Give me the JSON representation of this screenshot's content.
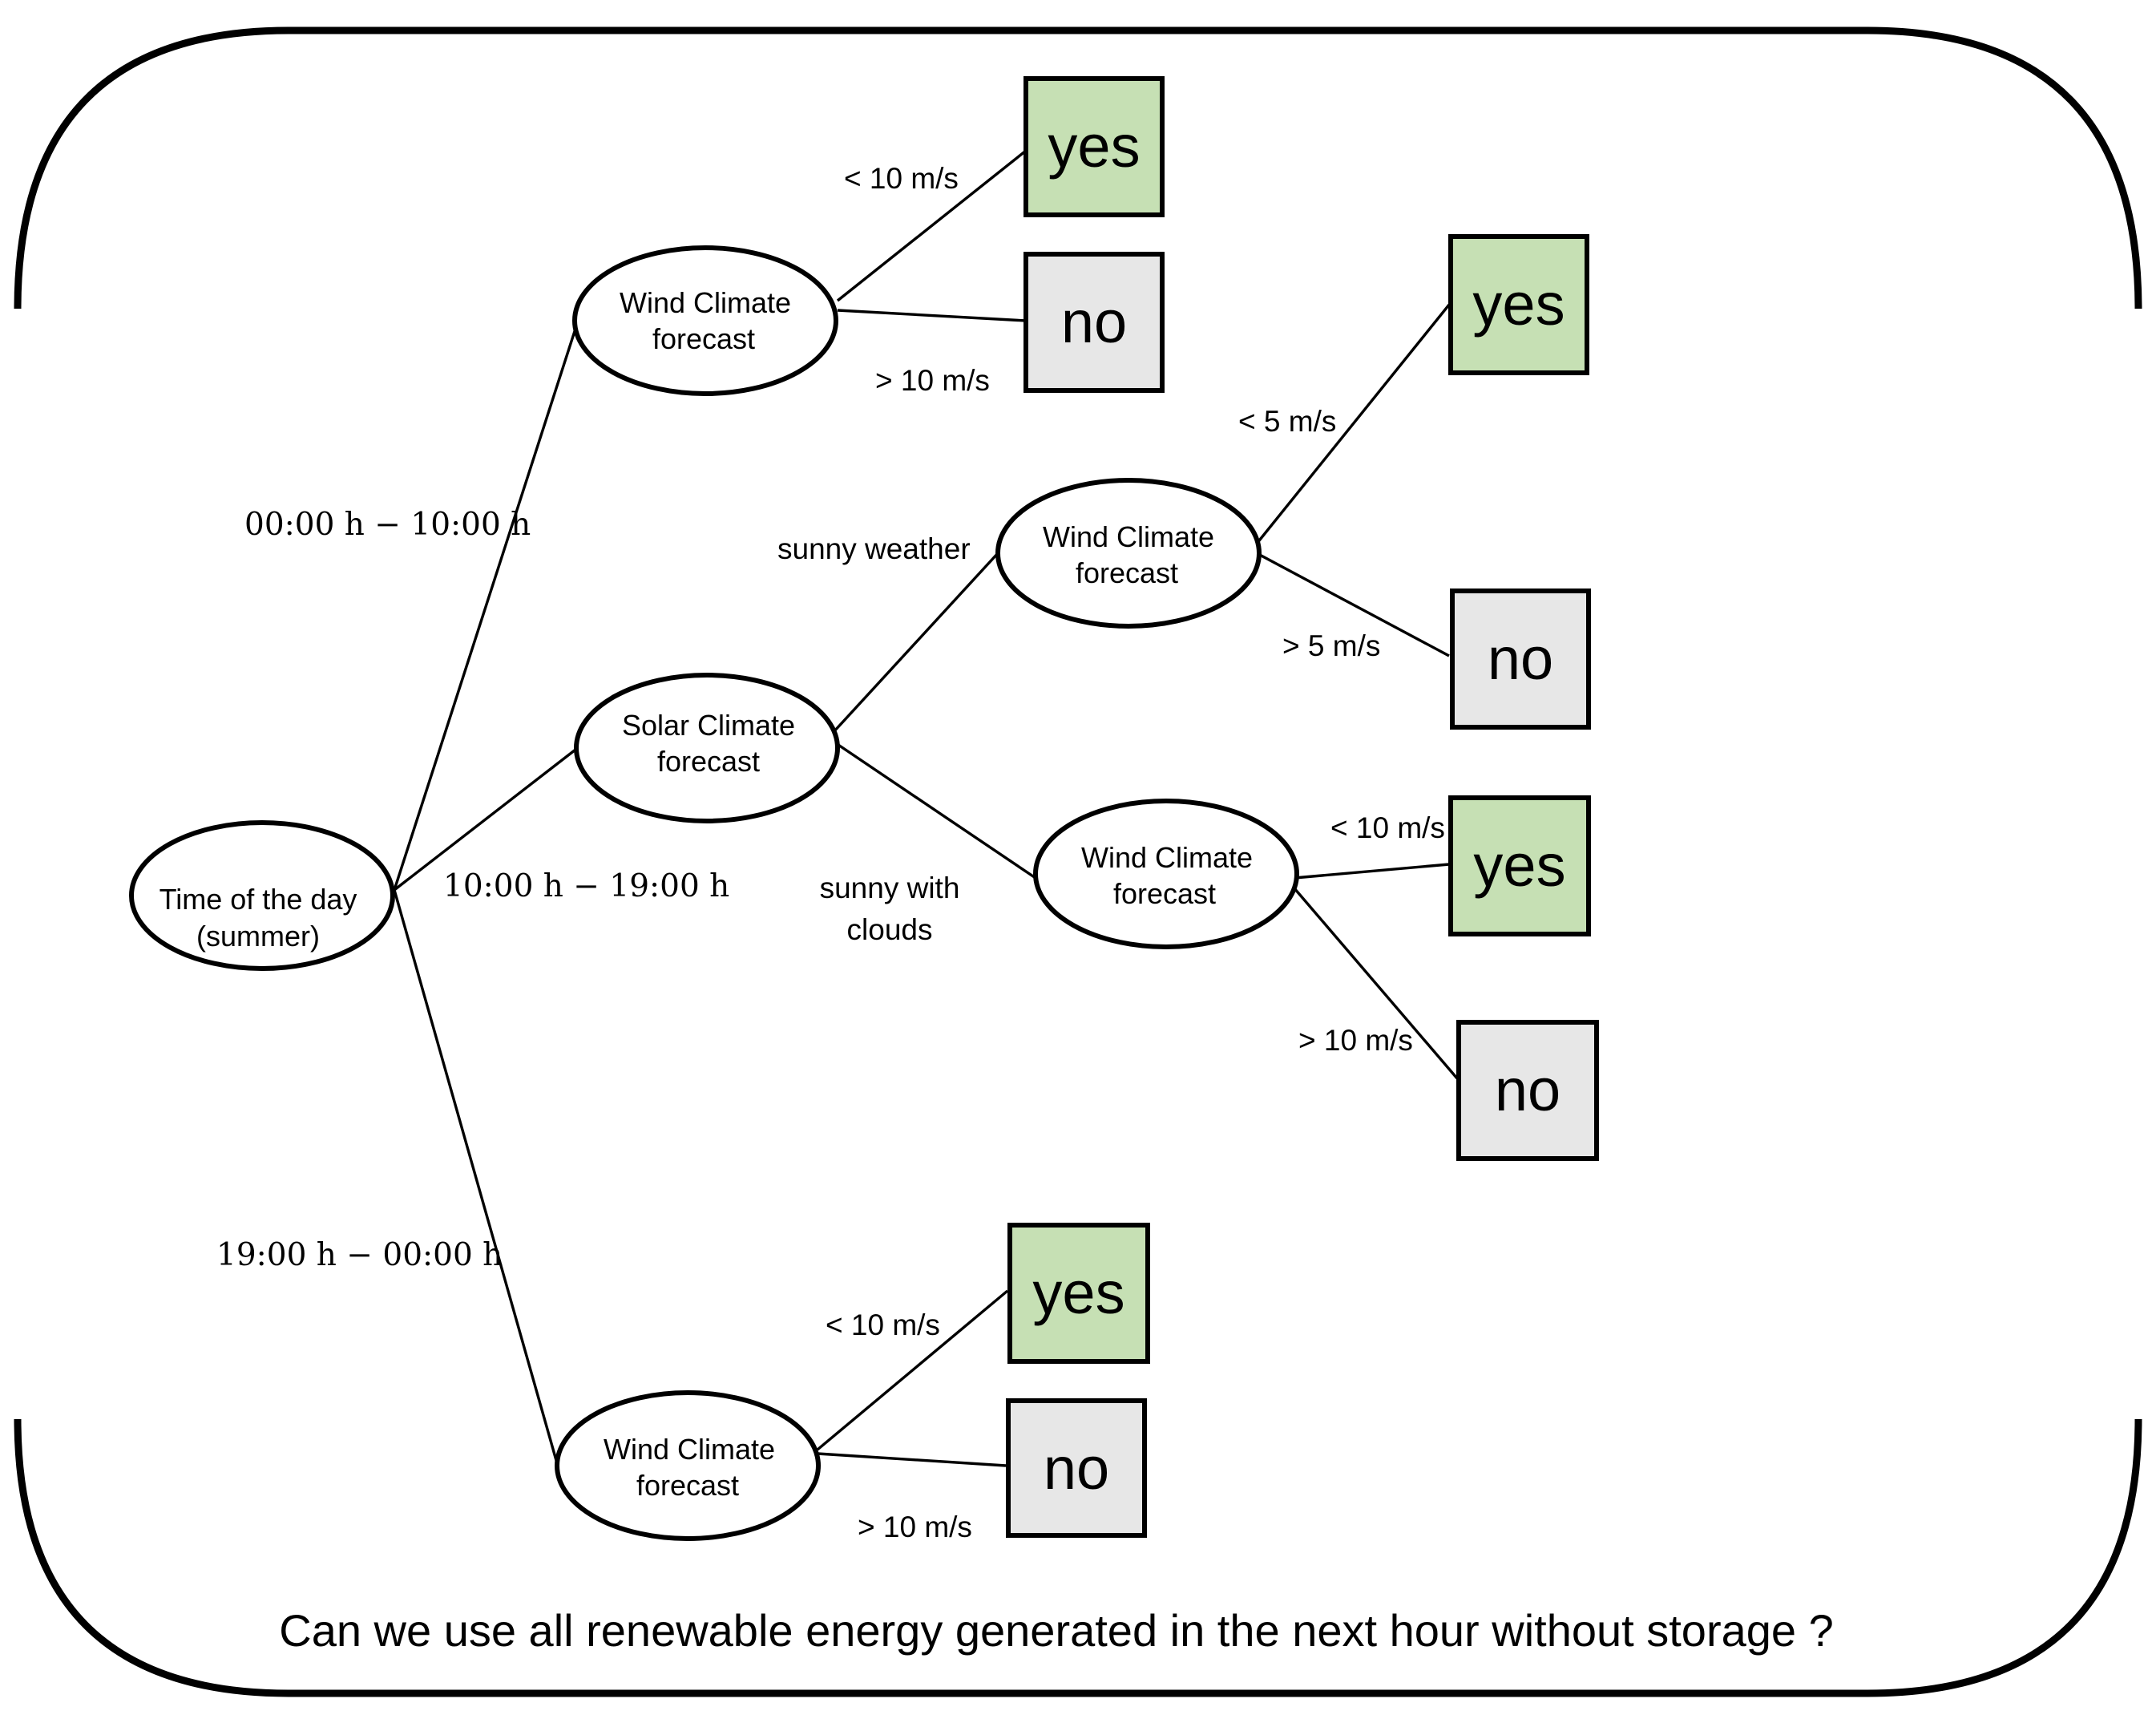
{
  "colors": {
    "yes_fill": "#c6e0b4",
    "no_fill": "#e7e7e7",
    "stroke": "#000000"
  },
  "question": "Can we use all renewable energy generated in the next hour without storage ?",
  "nodes": {
    "root": {
      "line1": "Time of the day",
      "line2": "(summer)"
    },
    "wind_top": {
      "line1": "Wind Climate",
      "line2": "forecast"
    },
    "solar": {
      "line1": "Solar Climate",
      "line2": "forecast"
    },
    "wind_sunny": {
      "line1": "Wind Climate",
      "line2": "forecast"
    },
    "wind_clouds": {
      "line1": "Wind Climate",
      "line2": "forecast"
    },
    "wind_bottom": {
      "line1": "Wind Climate",
      "line2": "forecast"
    }
  },
  "edges": {
    "root_to_wind_top": "00:00 h − 10:00 h",
    "root_to_solar": "10:00 h − 19:00 h",
    "root_to_wind_bottom": "19:00 h − 00:00 h",
    "solar_to_sunny": "sunny weather",
    "solar_to_clouds_line1": "sunny with",
    "solar_to_clouds_line2": "clouds",
    "wind_top_yes": "< 10 m/s",
    "wind_top_no": "> 10 m/s",
    "wind_sunny_yes": "< 5 m/s",
    "wind_sunny_no": "> 5 m/s",
    "wind_clouds_yes": "< 10 m/s",
    "wind_clouds_no": "> 10 m/s",
    "wind_bottom_yes": "< 10 m/s",
    "wind_bottom_no": "> 10 m/s"
  },
  "leaves": {
    "yes_1": "yes",
    "no_1": "no",
    "yes_2": "yes",
    "no_2": "no",
    "yes_3": "yes",
    "no_3": "no",
    "yes_4": "yes",
    "no_4": "no"
  }
}
